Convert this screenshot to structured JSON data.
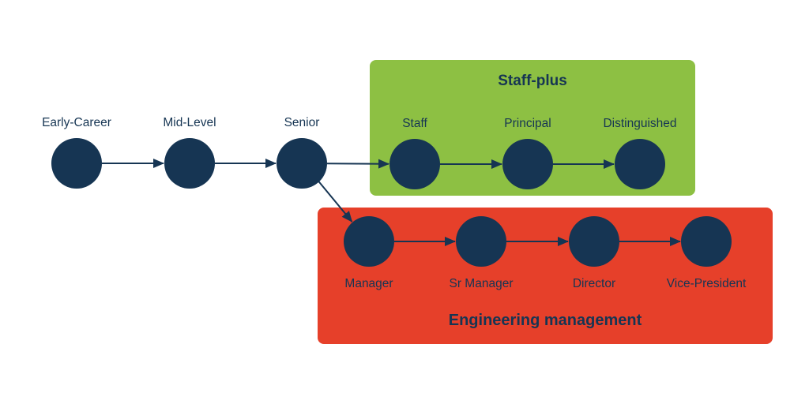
{
  "colors": {
    "background": "#ffffff",
    "staff_panel": "#8dc043",
    "management_panel": "#e6402a",
    "node_fill": "#163553",
    "arrow": "#163553",
    "text": "#163553"
  },
  "groups": {
    "staff_plus": {
      "title": "Staff-plus"
    },
    "management": {
      "title": "Engineering management"
    }
  },
  "nodes": [
    {
      "id": "early-career",
      "label": "Early-Career"
    },
    {
      "id": "mid-level",
      "label": "Mid-Level"
    },
    {
      "id": "senior",
      "label": "Senior"
    },
    {
      "id": "staff",
      "label": "Staff",
      "group": "staff_plus"
    },
    {
      "id": "principal",
      "label": "Principal",
      "group": "staff_plus"
    },
    {
      "id": "distinguished",
      "label": "Distinguished",
      "group": "staff_plus"
    },
    {
      "id": "manager",
      "label": "Manager",
      "group": "management"
    },
    {
      "id": "sr-manager",
      "label": "Sr Manager",
      "group": "management"
    },
    {
      "id": "director",
      "label": "Director",
      "group": "management"
    },
    {
      "id": "vice-president",
      "label": "Vice-President",
      "group": "management"
    }
  ],
  "edges": [
    {
      "from": "early-career",
      "to": "mid-level"
    },
    {
      "from": "mid-level",
      "to": "senior"
    },
    {
      "from": "senior",
      "to": "staff"
    },
    {
      "from": "staff",
      "to": "principal"
    },
    {
      "from": "principal",
      "to": "distinguished"
    },
    {
      "from": "senior",
      "to": "manager"
    },
    {
      "from": "manager",
      "to": "sr-manager"
    },
    {
      "from": "sr-manager",
      "to": "director"
    },
    {
      "from": "director",
      "to": "vice-president"
    }
  ]
}
